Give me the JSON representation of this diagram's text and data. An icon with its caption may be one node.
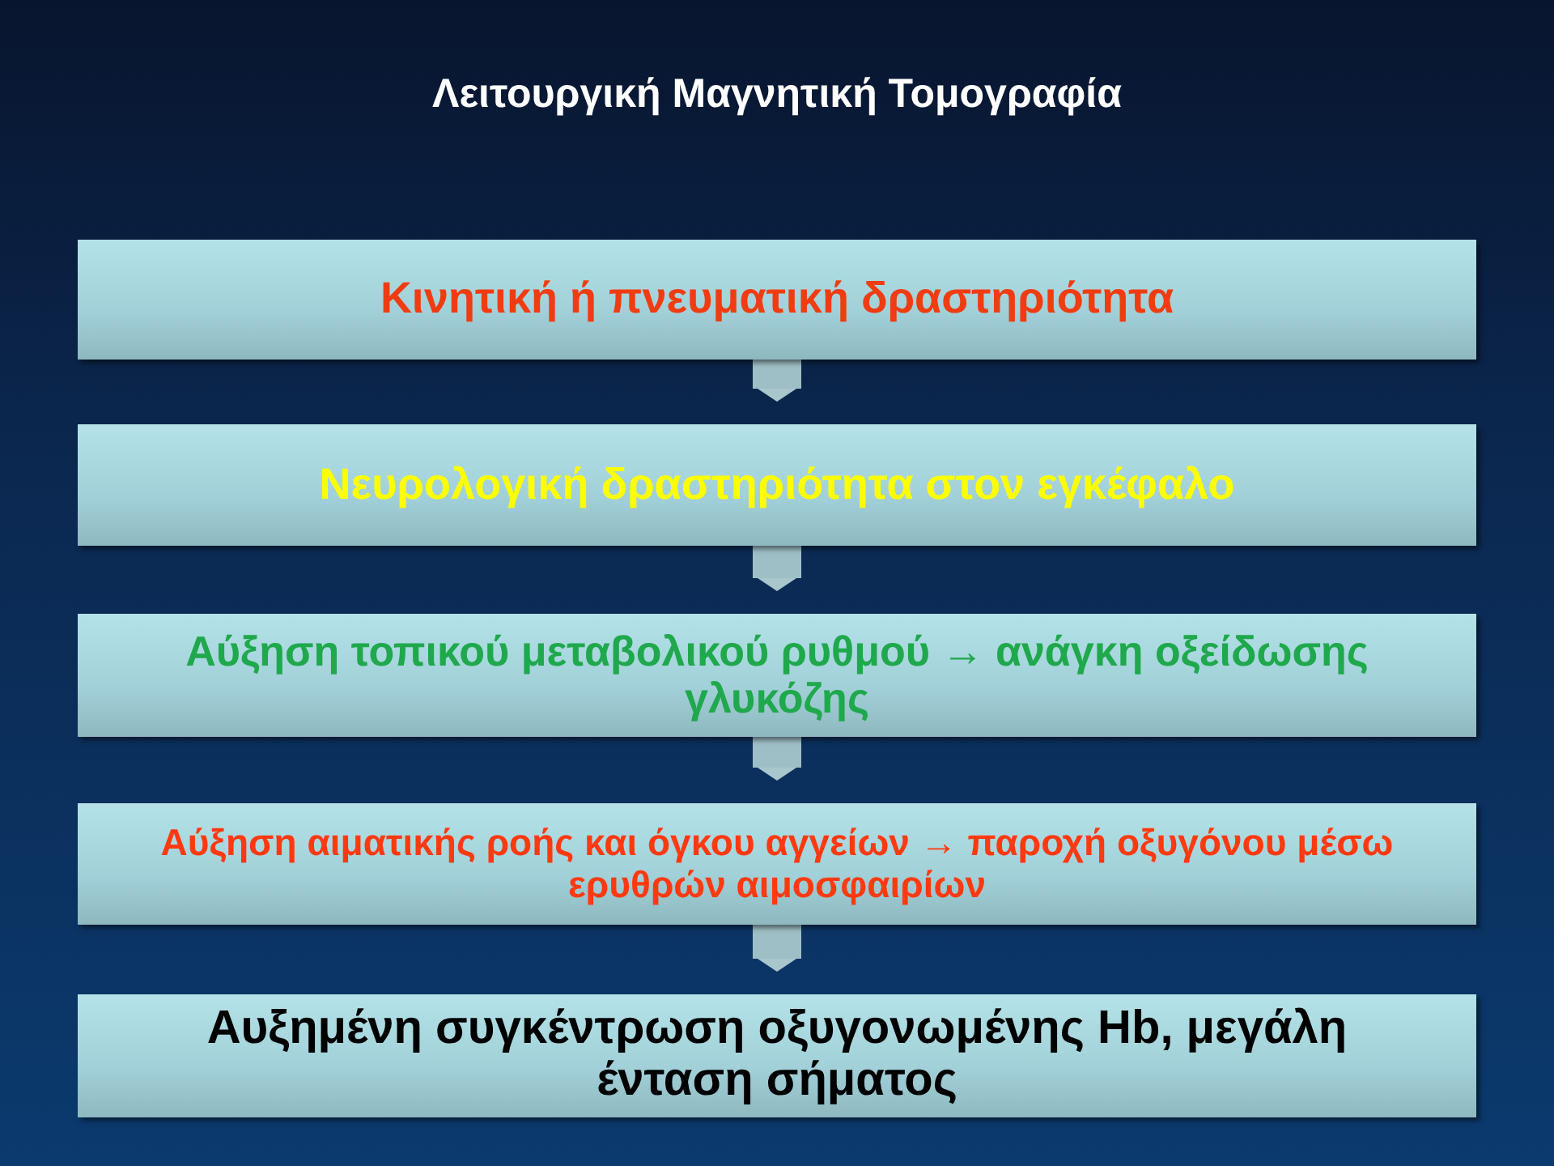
{
  "diagram": {
    "title": "Λειτουργική Μαγνητική Τομογραφία",
    "nodes": [
      {
        "text": [
          "Κινητική ή πνευματική δραστηριότητα"
        ]
      },
      {
        "text": [
          "Νευρολογική δραστηριότητα στον εγκέφαλο"
        ]
      },
      {
        "text": [
          "Αύξηση τοπικού μεταβολικού ρυθμού → ανάγκη οξείδωσης γλυκόζης"
        ]
      },
      {
        "text": [
          "Αύξηση αιματικής ροής και όγκου αγγείων → παροχή οξυγόνου μέσω ερυθρών αιμοσφαιρίων"
        ]
      },
      {
        "text": [
          "Αυξημένη συγκέντρωση οξυγονωμένης Hb, μεγάλη ένταση σήματος"
        ]
      }
    ],
    "edges": [
      {
        "from": 0,
        "to": 1,
        "arrow": "to"
      },
      {
        "from": 1,
        "to": 2,
        "arrow": "to"
      },
      {
        "from": 2,
        "to": 3,
        "arrow": "to"
      },
      {
        "from": 3,
        "to": 4,
        "arrow": "to"
      }
    ]
  }
}
